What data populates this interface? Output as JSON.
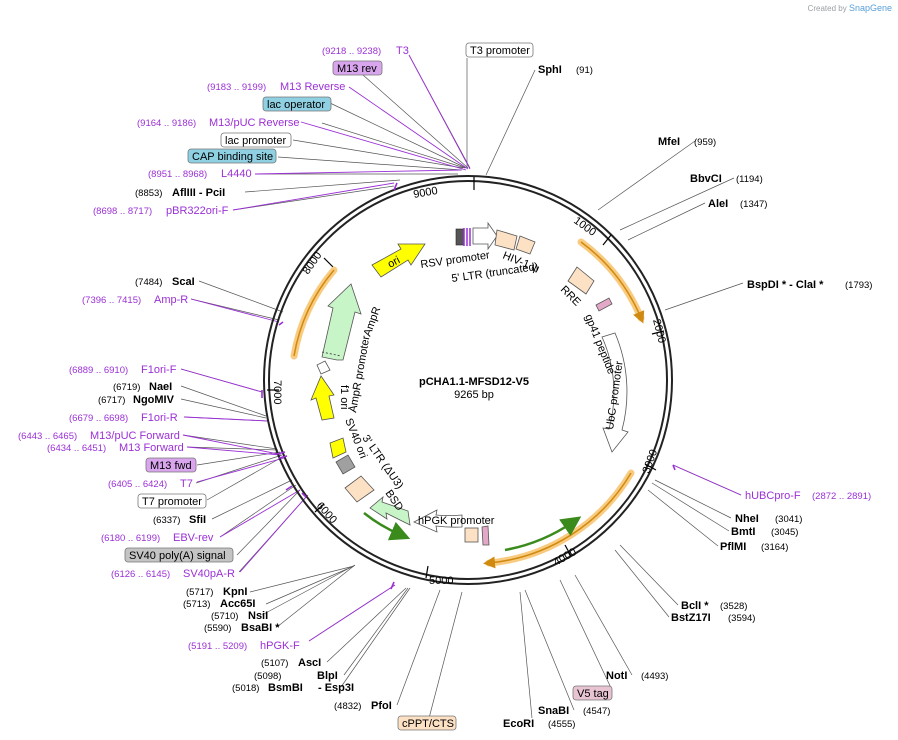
{
  "credit": {
    "prefix": "Created by",
    "brand": "SnapGene"
  },
  "plasmid": {
    "name": "pCHA1.1-MFSD12-V5",
    "length_label": "9265 bp"
  },
  "ticks": [
    "1000",
    "2000",
    "3000",
    "4000",
    "5000",
    "6000",
    "7000",
    "8000",
    "9000"
  ],
  "enzymes": [
    {
      "name": "SphI",
      "pos": "(91)"
    },
    {
      "name": "MfeI",
      "pos": "(959)"
    },
    {
      "name": "BbvCI",
      "pos": "(1194)"
    },
    {
      "name": "AleI",
      "pos": "(1347)"
    },
    {
      "name": "BspDI *  -  ClaI *",
      "pos": "(1793)"
    },
    {
      "name": "NheI",
      "pos": "(3041)"
    },
    {
      "name": "BmtI",
      "pos": "(3045)"
    },
    {
      "name": "PflMI",
      "pos": "(3164)"
    },
    {
      "name": "BclI *",
      "pos": "(3528)"
    },
    {
      "name": "BstZ17I",
      "pos": "(3594)"
    },
    {
      "name": "NotI",
      "pos": "(4493)"
    },
    {
      "name": "SnaBI",
      "pos": "(4547)"
    },
    {
      "name": "EcoRI",
      "pos": "(4555)"
    },
    {
      "name": "PfoI",
      "pos": "(4832)"
    },
    {
      "name": "BsmBI",
      "pos": "(5018)"
    },
    {
      "name": "-  Esp3I",
      "pos": ""
    },
    {
      "name": "BlpI",
      "pos": "(5098)"
    },
    {
      "name": "AscI",
      "pos": "(5107)"
    },
    {
      "name": "BsaBI  *",
      "pos": "(5590)"
    },
    {
      "name": "NsiI",
      "pos": "(5710)"
    },
    {
      "name": "Acc65I",
      "pos": "(5713)"
    },
    {
      "name": "KpnI",
      "pos": "(5717)"
    },
    {
      "name": "SfiI",
      "pos": "(6337)"
    },
    {
      "name": "NgoMIV",
      "pos": "(6717)"
    },
    {
      "name": "NaeI",
      "pos": "(6719)"
    },
    {
      "name": "ScaI",
      "pos": "(7484)"
    },
    {
      "name": "AflIII  -  PciI",
      "pos": "(8853)"
    }
  ],
  "primers": [
    {
      "name": "T3",
      "pos": "(9218 .. 9238)"
    },
    {
      "name": "M13 Reverse",
      "pos": "(9183 .. 9199)"
    },
    {
      "name": "M13/pUC Reverse",
      "pos": "(9164 .. 9186)"
    },
    {
      "name": "L4440",
      "pos": "(8951 .. 8968)"
    },
    {
      "name": "pBR322ori-F",
      "pos": "(8698 .. 8717)"
    },
    {
      "name": "Amp-R",
      "pos": "(7396 .. 7415)"
    },
    {
      "name": "F1ori-F",
      "pos": "(6889 .. 6910)"
    },
    {
      "name": "F1ori-R",
      "pos": "(6679 .. 6698)"
    },
    {
      "name": "M13/pUC Forward",
      "pos": "(6443 .. 6465)"
    },
    {
      "name": "M13 Forward",
      "pos": "(6434 .. 6451)"
    },
    {
      "name": "T7",
      "pos": "(6405 .. 6424)"
    },
    {
      "name": "EBV-rev",
      "pos": "(6180 .. 6199)"
    },
    {
      "name": "SV40pA-R",
      "pos": "(6126 .. 6145)"
    },
    {
      "name": "hPGK-F",
      "pos": "(5191 .. 5209)"
    },
    {
      "name": "hUBCpro-F",
      "pos": "(2872 .. 2891)"
    }
  ],
  "boxed_labels": [
    {
      "text": "T3 promoter",
      "color": "#ffffff"
    },
    {
      "text": "M13 rev",
      "color": "#d9a6ee"
    },
    {
      "text": "lac operator",
      "color": "#8fd0e2"
    },
    {
      "text": "lac promoter",
      "color": "#ffffff"
    },
    {
      "text": "CAP binding site",
      "color": "#8fd0e2"
    },
    {
      "text": "M13 fwd",
      "color": "#d9a6ee"
    },
    {
      "text": "T7 promoter",
      "color": "#ffffff"
    },
    {
      "text": "SV40 poly(A) signal",
      "color": "#c4c4c4"
    },
    {
      "text": "V5 tag",
      "color": "#e8c4d2"
    },
    {
      "text": "cPPT/CTS",
      "color": "#fde1c4"
    }
  ],
  "features": [
    {
      "text": "RSV promoter"
    },
    {
      "text": "5' LTR (truncated)"
    },
    {
      "text": "HIV-1 ψ"
    },
    {
      "text": "RRE"
    },
    {
      "text": "gp41 peptide"
    },
    {
      "text": "UbC promoter"
    },
    {
      "text": "hPGK promoter"
    },
    {
      "text": "BSD"
    },
    {
      "text": "3' LTR (ΔU3)"
    },
    {
      "text": "SV40 ori"
    },
    {
      "text": "f1 ori"
    },
    {
      "text": "AmpR promoter"
    },
    {
      "text": "AmpR"
    },
    {
      "text": "ori"
    }
  ],
  "colors": {
    "primer": "#9b30d6",
    "ori": "#ffff00",
    "ampr": "#c8f5c8",
    "orf_green": "#3a8a1c",
    "orf_highlight": "#f7b955",
    "ltr": "#fde1c4",
    "gp41": "#e3a8c8",
    "sv40ori": "#a0a0a0",
    "backbone": "#222222"
  }
}
